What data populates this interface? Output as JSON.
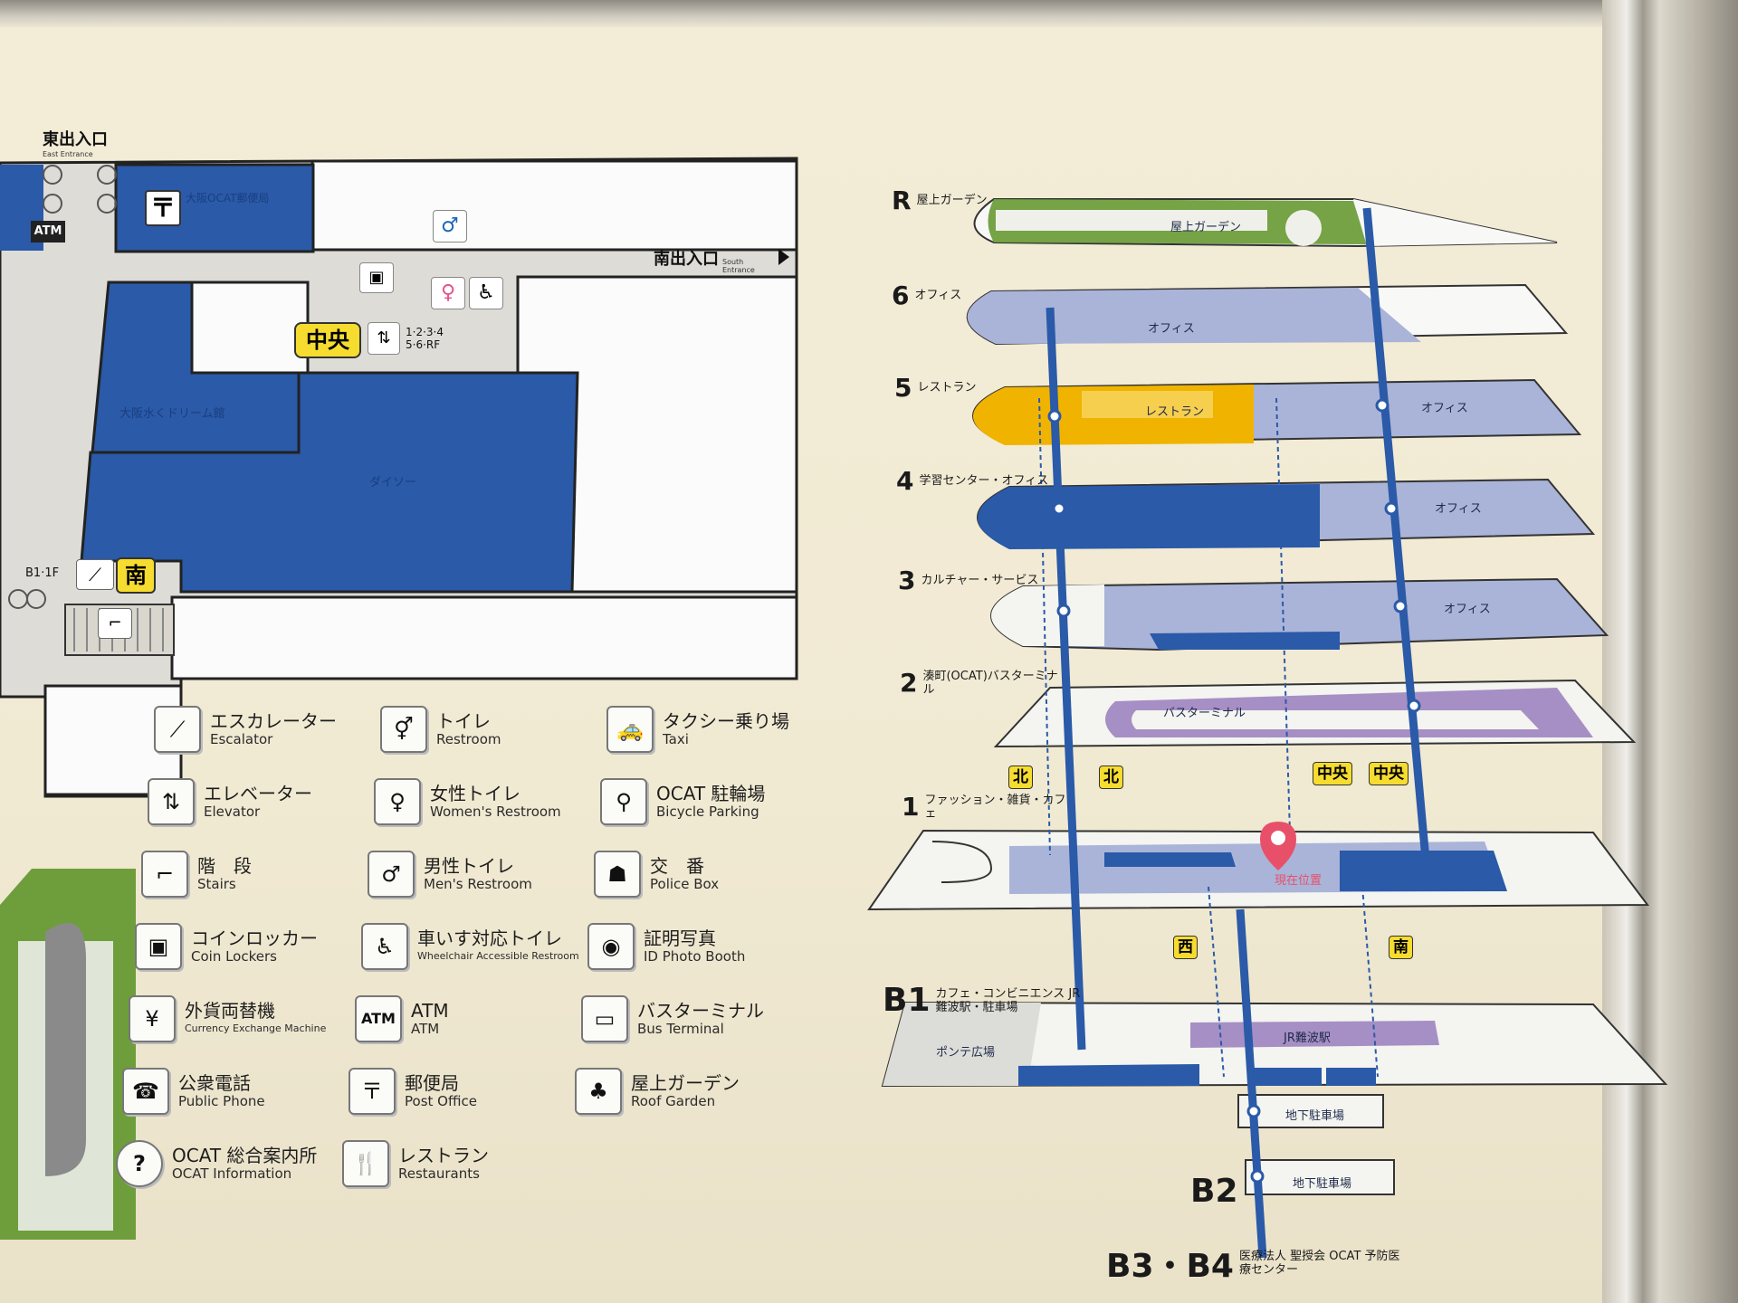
{
  "colors": {
    "blue": "#2a5aa8",
    "pale_blue": "#aab4d8",
    "orange": "#f0b300",
    "green": "#6e9e3c",
    "purple": "#a68fc4",
    "board": "#f1ead3"
  },
  "floor_plan": {
    "east_entrance": "東出入口",
    "east_entrance_en": "East Entrance",
    "south_entrance": "南出入口",
    "south_entrance_en": "South Entrance",
    "atm_label": "ATM",
    "chuo_tag": "中央",
    "elevator_floors_1": "1·2·3·4",
    "elevator_floors_2": "5·6·RF",
    "b1_1f": "B1·1F",
    "minami_tag": "南",
    "room_ocat": "大阪OCAT郵便局",
    "room_dream": "大阪水くドリーム館",
    "room_daiso": "ダイソー"
  },
  "legend": [
    {
      "icon": "escalator-icon",
      "ja": "エスカレーター",
      "en": "Escalator"
    },
    {
      "icon": "restroom-icon",
      "ja": "トイレ",
      "en": "Restroom"
    },
    {
      "icon": "taxi-icon",
      "ja": "タクシー乗り場",
      "en": "Taxi"
    },
    {
      "icon": "elevator-icon",
      "ja": "エレベーター",
      "en": "Elevator"
    },
    {
      "icon": "womens-restroom-icon",
      "ja": "女性トイレ",
      "en": "Women's Restroom"
    },
    {
      "icon": "bicycle-icon",
      "ja": "OCAT 駐輪場",
      "en": "Bicycle Parking"
    },
    {
      "icon": "stairs-icon",
      "ja": "階　段",
      "en": "Stairs"
    },
    {
      "icon": "mens-restroom-icon",
      "ja": "男性トイレ",
      "en": "Men's Restroom"
    },
    {
      "icon": "police-icon",
      "ja": "交　番",
      "en": "Police Box"
    },
    {
      "icon": "coin-locker-icon",
      "ja": "コインロッカー",
      "en": "Coin Lockers"
    },
    {
      "icon": "wheelchair-icon",
      "ja": "車いす対応トイレ",
      "en": "Wheelchair Accessible Restroom"
    },
    {
      "icon": "camera-icon",
      "ja": "証明写真",
      "en": "ID Photo Booth"
    },
    {
      "icon": "currency-exchange-icon",
      "ja": "外貨両替機",
      "en": "Currency Exchange Machine"
    },
    {
      "icon": "atm-icon",
      "ja": "ATM",
      "en": "ATM"
    },
    {
      "icon": "bus-icon",
      "ja": "バスターミナル",
      "en": "Bus Terminal"
    },
    {
      "icon": "phone-icon",
      "ja": "公衆電話",
      "en": "Public Phone"
    },
    {
      "icon": "post-office-icon",
      "ja": "郵便局",
      "en": "Post Office"
    },
    {
      "icon": "tree-icon",
      "ja": "屋上ガーデン",
      "en": "Roof Garden"
    },
    {
      "icon": "info-icon",
      "ja": "OCAT 総合案内所",
      "en": "OCAT Information"
    },
    {
      "icon": "restaurant-icon",
      "ja": "レストラン",
      "en": "Restaurants"
    }
  ],
  "floors": [
    {
      "num": "R",
      "name": "屋上ガーデン",
      "inside": [
        "屋上ガーデン"
      ]
    },
    {
      "num": "6",
      "name": "オフィス",
      "inside": [
        "オフィス"
      ]
    },
    {
      "num": "5",
      "name": "レストラン",
      "inside": [
        "レストラン",
        "オフィス"
      ]
    },
    {
      "num": "4",
      "name": "学習センター・オフィス",
      "inside": [
        "オフィス"
      ]
    },
    {
      "num": "3",
      "name": "カルチャー・サービス",
      "inside": [
        "オフィス"
      ]
    },
    {
      "num": "2",
      "name": "湊町(OCAT)バスターミナル",
      "inside": [
        "バスターミナル"
      ]
    },
    {
      "num": "1",
      "name": "ファッション・雑貨・カフェ",
      "inside": [
        "現在位置"
      ]
    },
    {
      "num": "B1",
      "name": "カフェ・コンビニエンス JR難波駅・駐車場",
      "inside": [
        "ポンテ広場",
        "JR難波駅",
        "地下駐車場"
      ]
    },
    {
      "num": "B2",
      "name": "",
      "inside": [
        "地下駐車場"
      ]
    },
    {
      "num": "B3・B4",
      "name": "医療法人 聖授会 OCAT 予防医療センター",
      "inside": []
    }
  ],
  "section_tags": {
    "kita": "北",
    "chuo": "中央",
    "nishi": "西",
    "minami": "南"
  }
}
